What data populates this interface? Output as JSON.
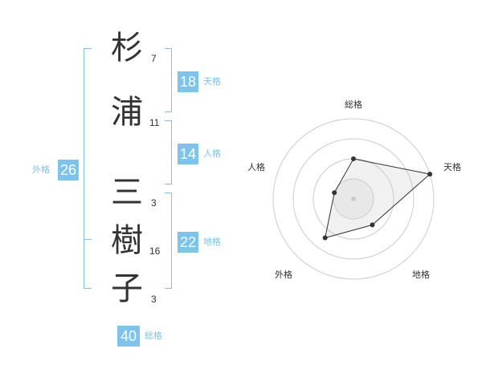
{
  "name": {
    "chars": [
      {
        "char": "杉",
        "strokes": "7"
      },
      {
        "char": "浦",
        "strokes": "11"
      },
      {
        "char": "三",
        "strokes": "3"
      },
      {
        "char": "樹",
        "strokes": "16"
      },
      {
        "char": "子",
        "strokes": "3"
      }
    ]
  },
  "fortunes": {
    "tenkaku": {
      "value": "18",
      "label": "天格"
    },
    "jinkaku": {
      "value": "14",
      "label": "人格"
    },
    "chikaku": {
      "value": "22",
      "label": "地格"
    },
    "gaikaku": {
      "value": "26",
      "label": "外格"
    },
    "soukaku": {
      "value": "40",
      "label": "総格"
    }
  },
  "colors": {
    "accent": "#7cc4ee",
    "text": "#333333",
    "ring": "#cccccc"
  },
  "chart_data": {
    "type": "radar",
    "axes": [
      "総格",
      "天格",
      "地格",
      "外格",
      "人格"
    ],
    "values": [
      0.5,
      1.0,
      0.4,
      0.6,
      0.25
    ],
    "rings": 4
  }
}
